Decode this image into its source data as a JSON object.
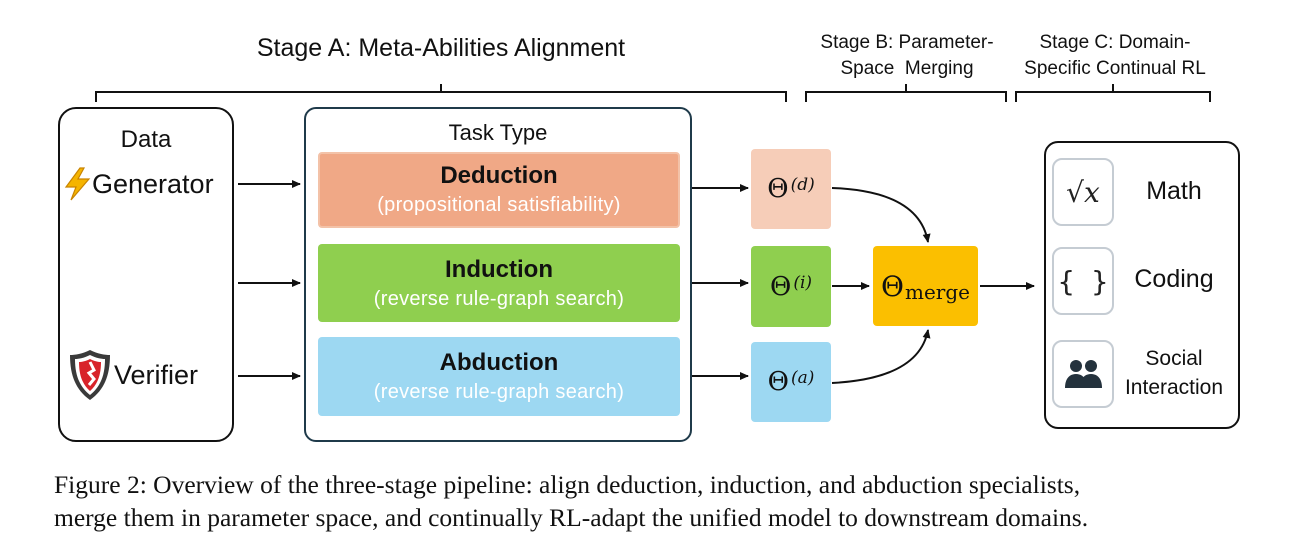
{
  "stages": {
    "a": "Stage A: Meta-Abilities Alignment",
    "b_line1": "Stage B: Parameter-",
    "b_line2": "Space  Merging",
    "c_line1": "Stage C: Domain-",
    "c_line2": "Specific Continual RL"
  },
  "data_box": {
    "title": "Data",
    "generator": "Generator",
    "verifier": "Verifier",
    "generator_icon": "lightning-icon",
    "verifier_icon": "shield-icon"
  },
  "task_box": {
    "title": "Task Type",
    "tasks": [
      {
        "name": "Deduction",
        "desc": "(propositional satisfiability)",
        "color": "#f0a886"
      },
      {
        "name": "Induction",
        "desc": "(reverse rule-graph search)",
        "color": "#8fcf4f"
      },
      {
        "name": "Abduction",
        "desc": "(reverse rule-graph search)",
        "color": "#9dd8f2"
      }
    ]
  },
  "params": {
    "symbol": "Θ",
    "d": "(d)",
    "i": "(i)",
    "a": "(a)",
    "merge_symbol": "Θ",
    "merge_sub": "merge",
    "colors": {
      "d": "#f6cdb8",
      "i": "#8fcf4f",
      "a": "#9dd8f2",
      "merge": "#fbbf00"
    }
  },
  "domains": [
    {
      "label": "Math",
      "icon": "sqrt-x-icon",
      "glyph": "√x"
    },
    {
      "label": "Coding",
      "icon": "braces-icon",
      "glyph": "{ }"
    },
    {
      "label_line1": "Social",
      "label_line2": "Interaction",
      "icon": "people-icon"
    }
  ],
  "caption": {
    "line1": "Figure 2: Overview of the three-stage pipeline: align deduction, induction, and abduction specialists,",
    "line2": "merge them in parameter space, and continually RL-adapt the unified model to downstream domains."
  }
}
